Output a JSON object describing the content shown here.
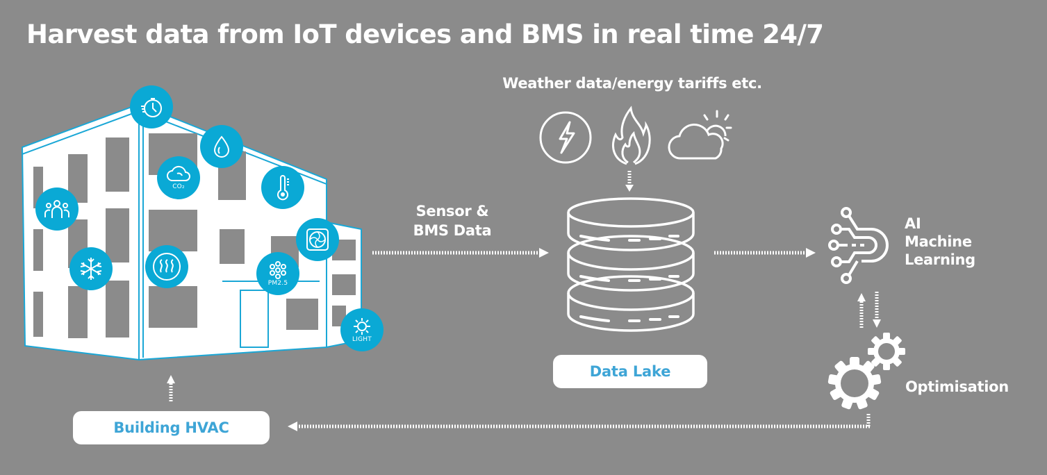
{
  "title": "Harvest data from IoT devices and BMS in real time 24/7",
  "colors": {
    "background": "#8b8b8b",
    "sensor_icon_fill": "#0aa9d5",
    "building_outline": "#1aa7d6",
    "box_text": "#3ea5d6",
    "foreground": "#ffffff"
  },
  "building": {
    "sensor_icons": [
      {
        "name": "timer-icon",
        "label": ""
      },
      {
        "name": "water-drop-icon",
        "label": ""
      },
      {
        "name": "co2-cloud-icon",
        "label": "CO₂"
      },
      {
        "name": "thermometer-icon",
        "label": ""
      },
      {
        "name": "occupancy-people-icon",
        "label": ""
      },
      {
        "name": "fan-icon",
        "label": ""
      },
      {
        "name": "snowflake-icon",
        "label": ""
      },
      {
        "name": "heating-icon",
        "label": ""
      },
      {
        "name": "particulate-icon",
        "label": "PM2.5"
      },
      {
        "name": "light-icon",
        "label": "LIGHT"
      }
    ]
  },
  "external": {
    "label": "Weather data/energy tariffs etc.",
    "icons": [
      "electricity-icon",
      "gas-flame-icon",
      "weather-cloud-sun-icon"
    ]
  },
  "flow": {
    "sensor_label_line1": "Sensor &",
    "sensor_label_line2": "BMS Data",
    "data_lake_label": "Data Lake",
    "ai_label_line1": "AI",
    "ai_label_line2": "Machine",
    "ai_label_line3": "Learning",
    "optimisation_label": "Optimisation",
    "hvac_label": "Building HVAC"
  }
}
